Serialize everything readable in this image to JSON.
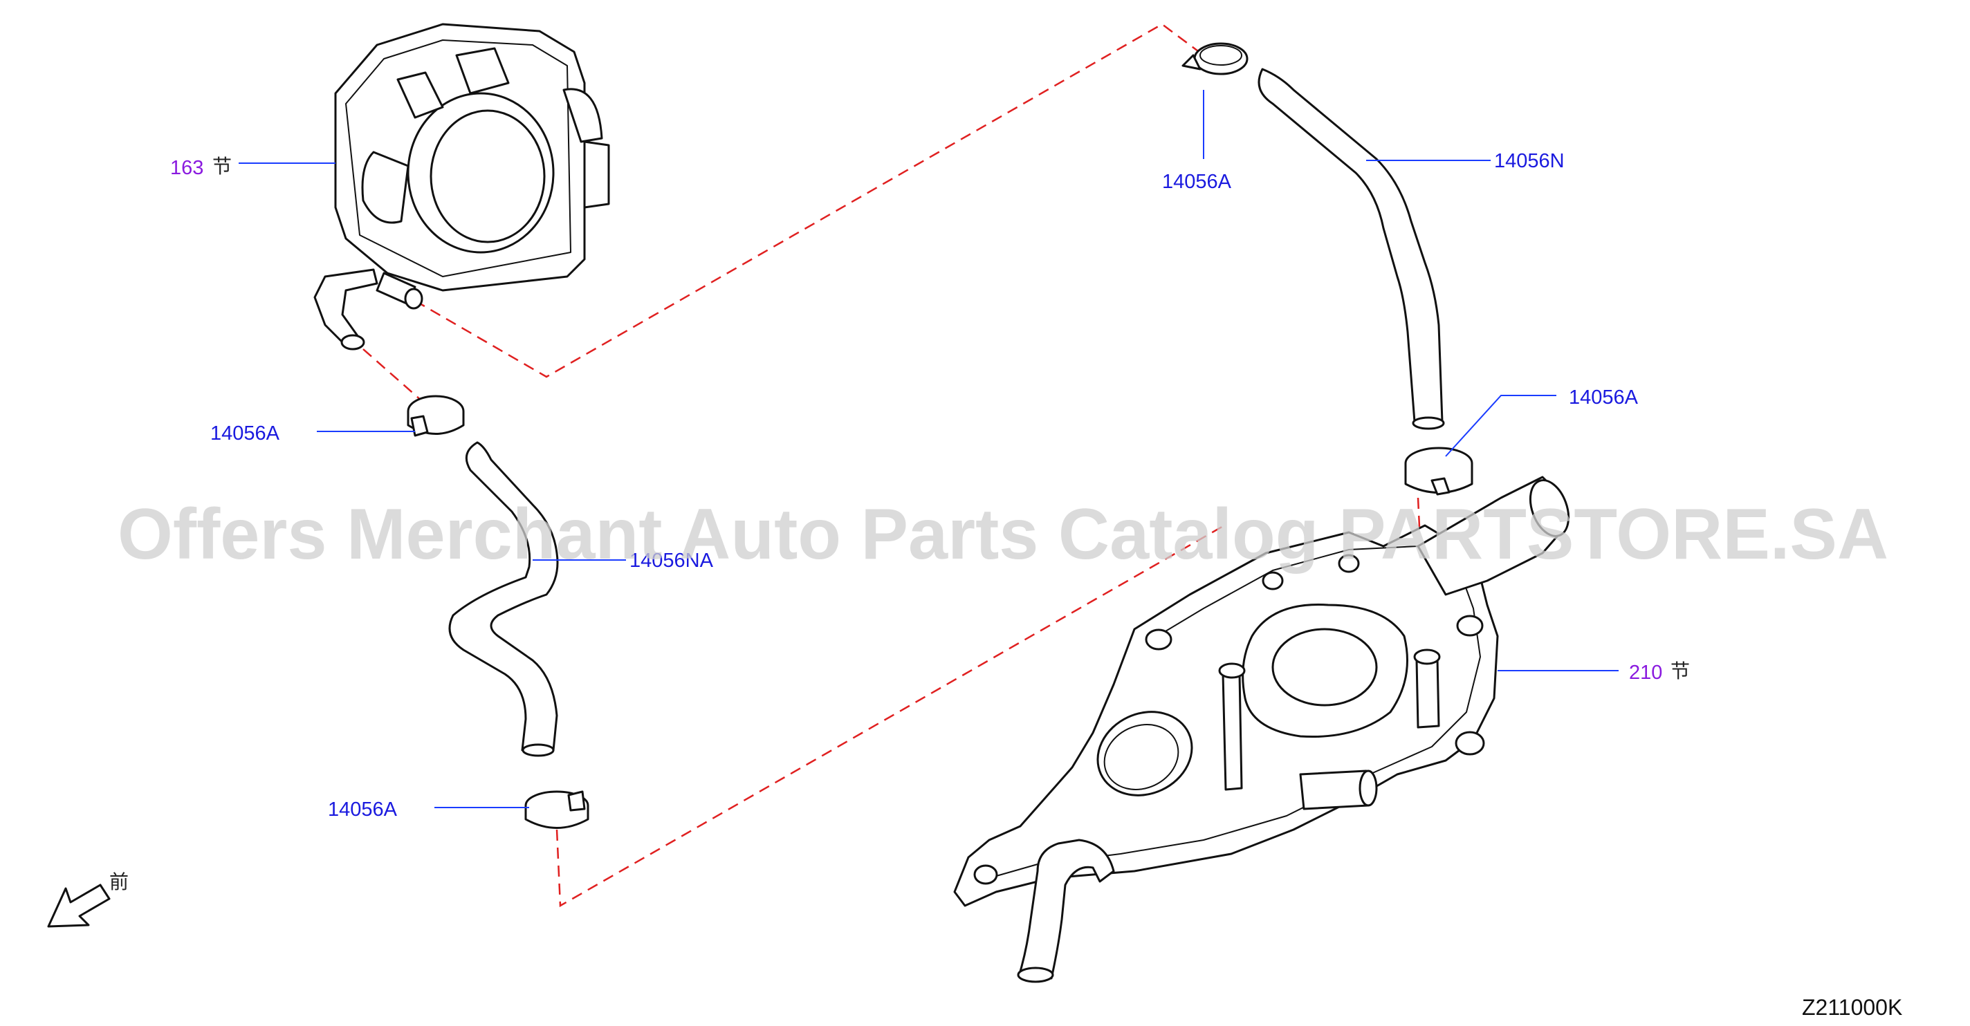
{
  "callouts": {
    "throttle_body_ref": "163",
    "throttle_body_mark": "节",
    "clamp_upper_right": "14056A",
    "hose_upper_right": "14056N",
    "clamp_right_mid": "14056A",
    "clamp_left_upper": "14056A",
    "hose_left": "14056NA",
    "clamp_left_lower": "14056A",
    "water_outlet_ref": "210",
    "water_outlet_mark": "节"
  },
  "front_indicator": {
    "label": "前"
  },
  "drawing_id": "Z211000K",
  "watermark": "Offers Merchant Auto Parts Catalog PARTSTORE.SA",
  "colors": {
    "callout_blue": "#1a1adf",
    "callout_purple": "#8a1adf",
    "leader_blue": "#1a3cff",
    "dashed_red": "#e02020"
  }
}
